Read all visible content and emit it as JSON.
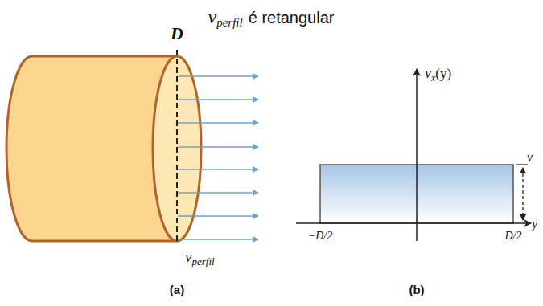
{
  "diagram": {
    "labels": [
      "v",
      "perfil",
      "é retangular",
      "D",
      "v",
      "perfil",
      "(a)",
      "v",
      "x",
      "(y)",
      "−D/2",
      "D/2",
      "v",
      "y",
      "(b)"
    ]
  }
}
